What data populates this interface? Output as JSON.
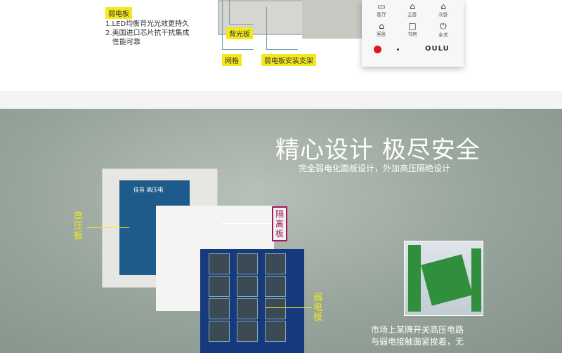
{
  "top": {
    "weak_board_label": "弱电板",
    "features": [
      "1.LED均衡背光光效更持久",
      "2.美国进口芯片抗干扰集成",
      "性能可靠"
    ],
    "callouts": {
      "backlight": "背光板",
      "grid": "网格",
      "bracket": "弱电板安装支架"
    },
    "panel": {
      "buttons": [
        "客厅",
        "主卧",
        "次卧",
        "客卧",
        "书房",
        "全关"
      ],
      "brand": "OULU"
    }
  },
  "bottom": {
    "title": "精心设计 极尽安全",
    "subtitle": "完全弱电化面板设计，外加高压隔绝设计",
    "labels": {
      "high_voltage": "高压板",
      "isolation": "隔离板",
      "weak": "弱电板"
    },
    "board_print": "佳音 高压电",
    "note_lines": [
      "市场上某牌开关高压电路",
      "与弱电接触面紧挨着，无"
    ]
  },
  "colors": {
    "highlight": "#f4e81a",
    "isolation_border": "#a01a5a"
  }
}
